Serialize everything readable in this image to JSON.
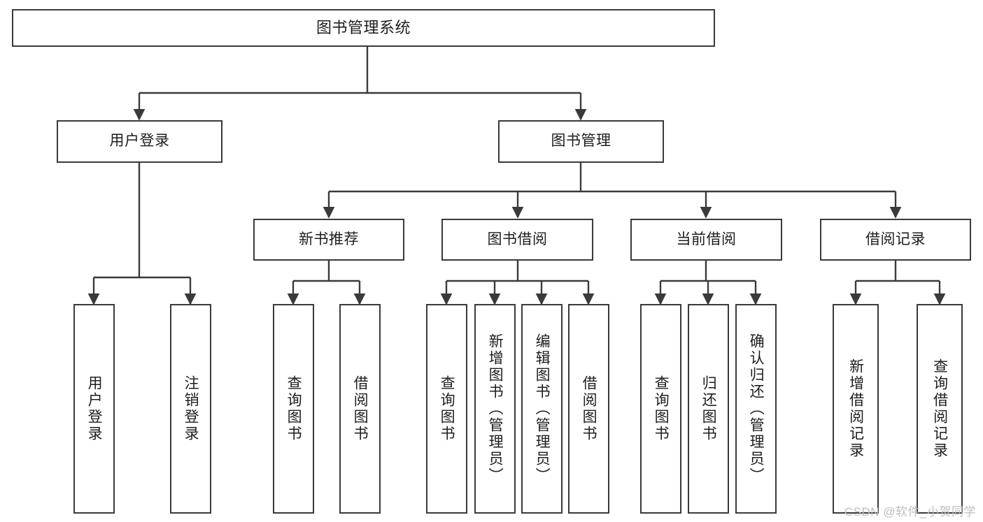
{
  "diagram": {
    "type": "tree",
    "title": "图书管理系统",
    "colors": {
      "stroke": "#3a3a3a",
      "fill": "#ffffff",
      "text": "#1d1d1d",
      "watermark": "#bdbdbd"
    },
    "root": {
      "label": "图书管理系统"
    },
    "level1": [
      {
        "label": "用户登录"
      },
      {
        "label": "图书管理"
      }
    ],
    "level2": [
      {
        "label": "新书推荐"
      },
      {
        "label": "图书借阅"
      },
      {
        "label": "当前借阅"
      },
      {
        "label": "借阅记录"
      }
    ],
    "leaves": {
      "user_login": [
        {
          "label": "用户登录"
        },
        {
          "label": "注销登录"
        }
      ],
      "new_book_recommend": [
        {
          "label": "查询图书"
        },
        {
          "label": "借阅图书"
        }
      ],
      "book_borrow": [
        {
          "label": "查询图书"
        },
        {
          "label": "新增图书（管理员）"
        },
        {
          "label": "编辑图书（管理员）"
        },
        {
          "label": "借阅图书"
        }
      ],
      "current_borrow": [
        {
          "label": "查询图书"
        },
        {
          "label": "归还图书"
        },
        {
          "label": "确认归还（管理员）"
        }
      ],
      "borrow_records": [
        {
          "label": "新增借阅记录"
        },
        {
          "label": "查询借阅记录"
        }
      ]
    },
    "watermark": "CSDN @软件_小贺同学"
  }
}
